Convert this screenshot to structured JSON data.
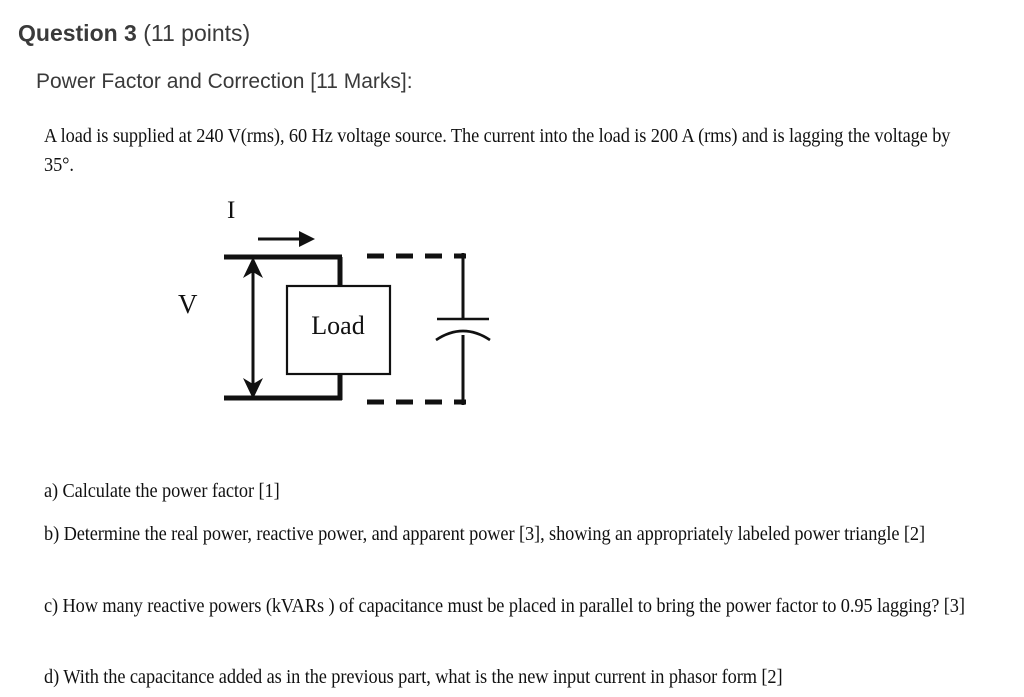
{
  "heading": {
    "question_number": "Question 3",
    "points": " (11 points)"
  },
  "subtitle": "Power Factor and Correction [11 Marks]:",
  "intro": "A load is supplied at 240 V(rms), 60 Hz voltage source. The current into the load is 200 A (rms) and is lagging the voltage by 35°.",
  "diagram": {
    "current_label": "I",
    "voltage_label": "V",
    "load_label": "Load",
    "line_color": "#111111"
  },
  "parts": {
    "a": "a) Calculate the power factor [1]",
    "b": "b) Determine the real power, reactive power, and apparent power [3], showing an appropriately labeled power triangle [2]",
    "c": "c) How many reactive powers (kVARs ) of capacitance must be placed in parallel to bring the power factor to 0.95 lagging? [3]",
    "d": "d) With the capacitance added as in the previous part, what is the new input current in phasor form [2]"
  }
}
